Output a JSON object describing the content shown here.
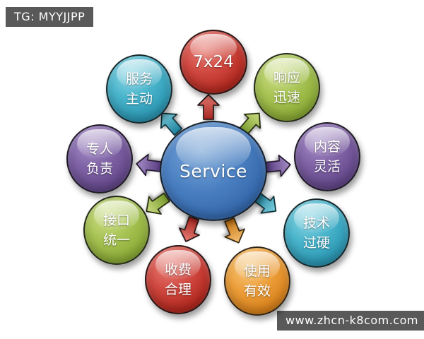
{
  "badges": {
    "telegram": {
      "label": "TG: MYYJJPP"
    },
    "website": {
      "label": "www.zhcn-k8com.com"
    },
    "background_color": "#595959",
    "text_color": "#ffffff"
  },
  "diagram": {
    "center": {
      "label": "Service",
      "color": "#3c79bf"
    },
    "nodes": [
      {
        "label": "7x24",
        "line1": "7x24",
        "line2": "",
        "color": "#c43b35",
        "color_name": "red",
        "position": "top"
      },
      {
        "label": "响应迅速",
        "line1": "响应",
        "line2": "迅速",
        "color": "#9cbf47",
        "color_name": "green",
        "position": "top-right"
      },
      {
        "label": "内容灵活",
        "line1": "内容",
        "line2": "灵活",
        "color": "#745897",
        "color_name": "purple",
        "position": "right"
      },
      {
        "label": "技术过硬",
        "line1": "技术",
        "line2": "过硬",
        "color": "#35aac2",
        "color_name": "teal",
        "position": "bottom-right"
      },
      {
        "label": "使用有效",
        "line1": "使用",
        "line2": "有效",
        "color": "#e8932a",
        "color_name": "orange",
        "position": "bottom-right-lower"
      },
      {
        "label": "收费合理",
        "line1": "收费",
        "line2": "合理",
        "color": "#c0392f",
        "color_name": "red",
        "position": "bottom-left-lower"
      },
      {
        "label": "接口统一",
        "line1": "接口",
        "line2": "统一",
        "color": "#94b840",
        "color_name": "green",
        "position": "bottom-left"
      },
      {
        "label": "专人负责",
        "line1": "专人",
        "line2": "负责",
        "color": "#6f5494",
        "color_name": "purple",
        "position": "left"
      },
      {
        "label": "服务主动",
        "line1": "服务",
        "line2": "主动",
        "color": "#38a8c5",
        "color_name": "teal",
        "position": "top-left"
      }
    ],
    "arrows": [
      {
        "from": "Service",
        "to": "7x24",
        "color_name": "red",
        "direction": "up"
      },
      {
        "from": "Service",
        "to": "响应迅速",
        "color_name": "green",
        "direction": "up-right"
      },
      {
        "from": "Service",
        "to": "内容灵活",
        "color_name": "purple",
        "direction": "right"
      },
      {
        "from": "Service",
        "to": "技术过硬",
        "color_name": "teal",
        "direction": "down-right"
      },
      {
        "from": "Service",
        "to": "使用有效",
        "color_name": "orange",
        "direction": "down"
      },
      {
        "from": "Service",
        "to": "收费合理",
        "color_name": "red",
        "direction": "down"
      },
      {
        "from": "Service",
        "to": "接口统一",
        "color_name": "green",
        "direction": "down-left"
      },
      {
        "from": "Service",
        "to": "专人负责",
        "color_name": "purple",
        "direction": "left"
      },
      {
        "from": "Service",
        "to": "服务主动",
        "color_name": "teal",
        "direction": "up-left"
      }
    ]
  }
}
